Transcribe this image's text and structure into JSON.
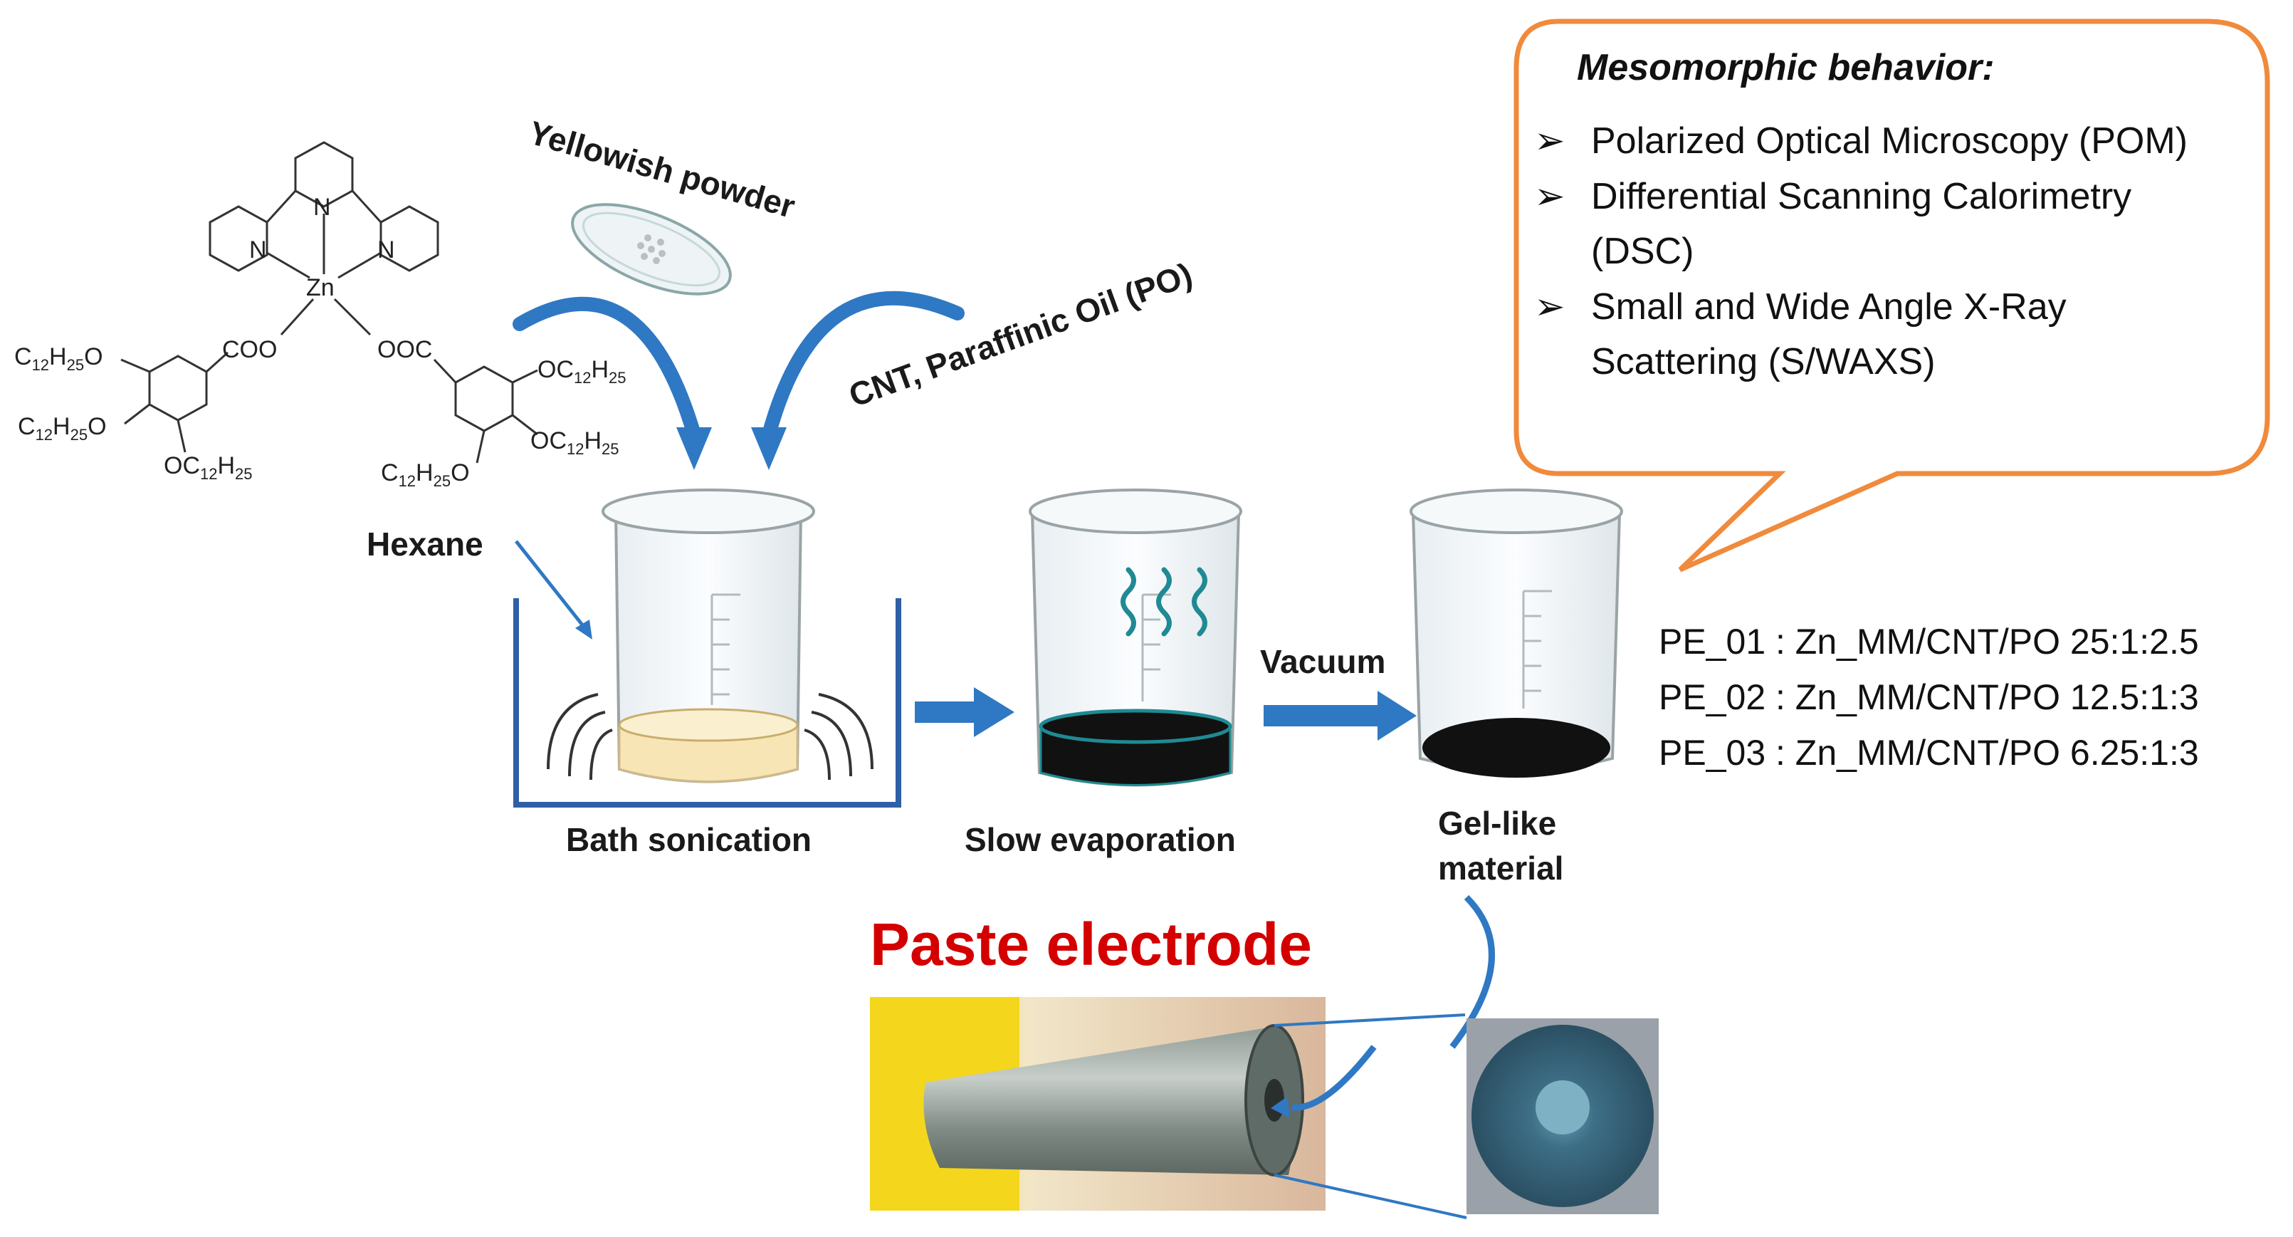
{
  "chemical": {
    "metal": "Zn",
    "n1": "N",
    "n2": "N",
    "n3": "N",
    "coo_left": "COO",
    "coo_right": "OOC",
    "sub_base": "C",
    "sub_12": "12",
    "sub_h": "H",
    "sub_25": "25",
    "oxy": "O",
    "oc": "OC"
  },
  "labels": {
    "powder": "Yellowish powder",
    "additives": "CNT, Paraffinic Oil (PO)",
    "hexane": "Hexane",
    "sonication": "Bath sonication",
    "evaporation": "Slow evaporation",
    "vacuum": "Vacuum",
    "gel_line1": "Gel-like",
    "gel_line2": "material",
    "paste_electrode": "Paste electrode"
  },
  "bubble": {
    "title": "Mesomorphic behavior:",
    "items": [
      {
        "line1": "Polarized Optical Microscopy (POM)",
        "line2": ""
      },
      {
        "line1": "Differential Scanning Calorimetry",
        "line2": "(DSC)"
      },
      {
        "line1": "Small and Wide Angle X-Ray",
        "line2": "Scattering  (S/WAXS)"
      }
    ]
  },
  "compositions": [
    "PE_01 : Zn_MM/CNT/PO 25:1:2.5",
    "PE_02 : Zn_MM/CNT/PO 12.5:1:3",
    "PE_03 : Zn_MM/CNT/PO 6.25:1:3"
  ],
  "colors": {
    "arrow_blue": "#2f78c4",
    "bubble_orange": "#f08a3c",
    "paste_red": "#d40000",
    "yellow_liquid": "#f7e5b6",
    "black_liquid": "#111111",
    "teal_rim": "#1f8a93"
  }
}
